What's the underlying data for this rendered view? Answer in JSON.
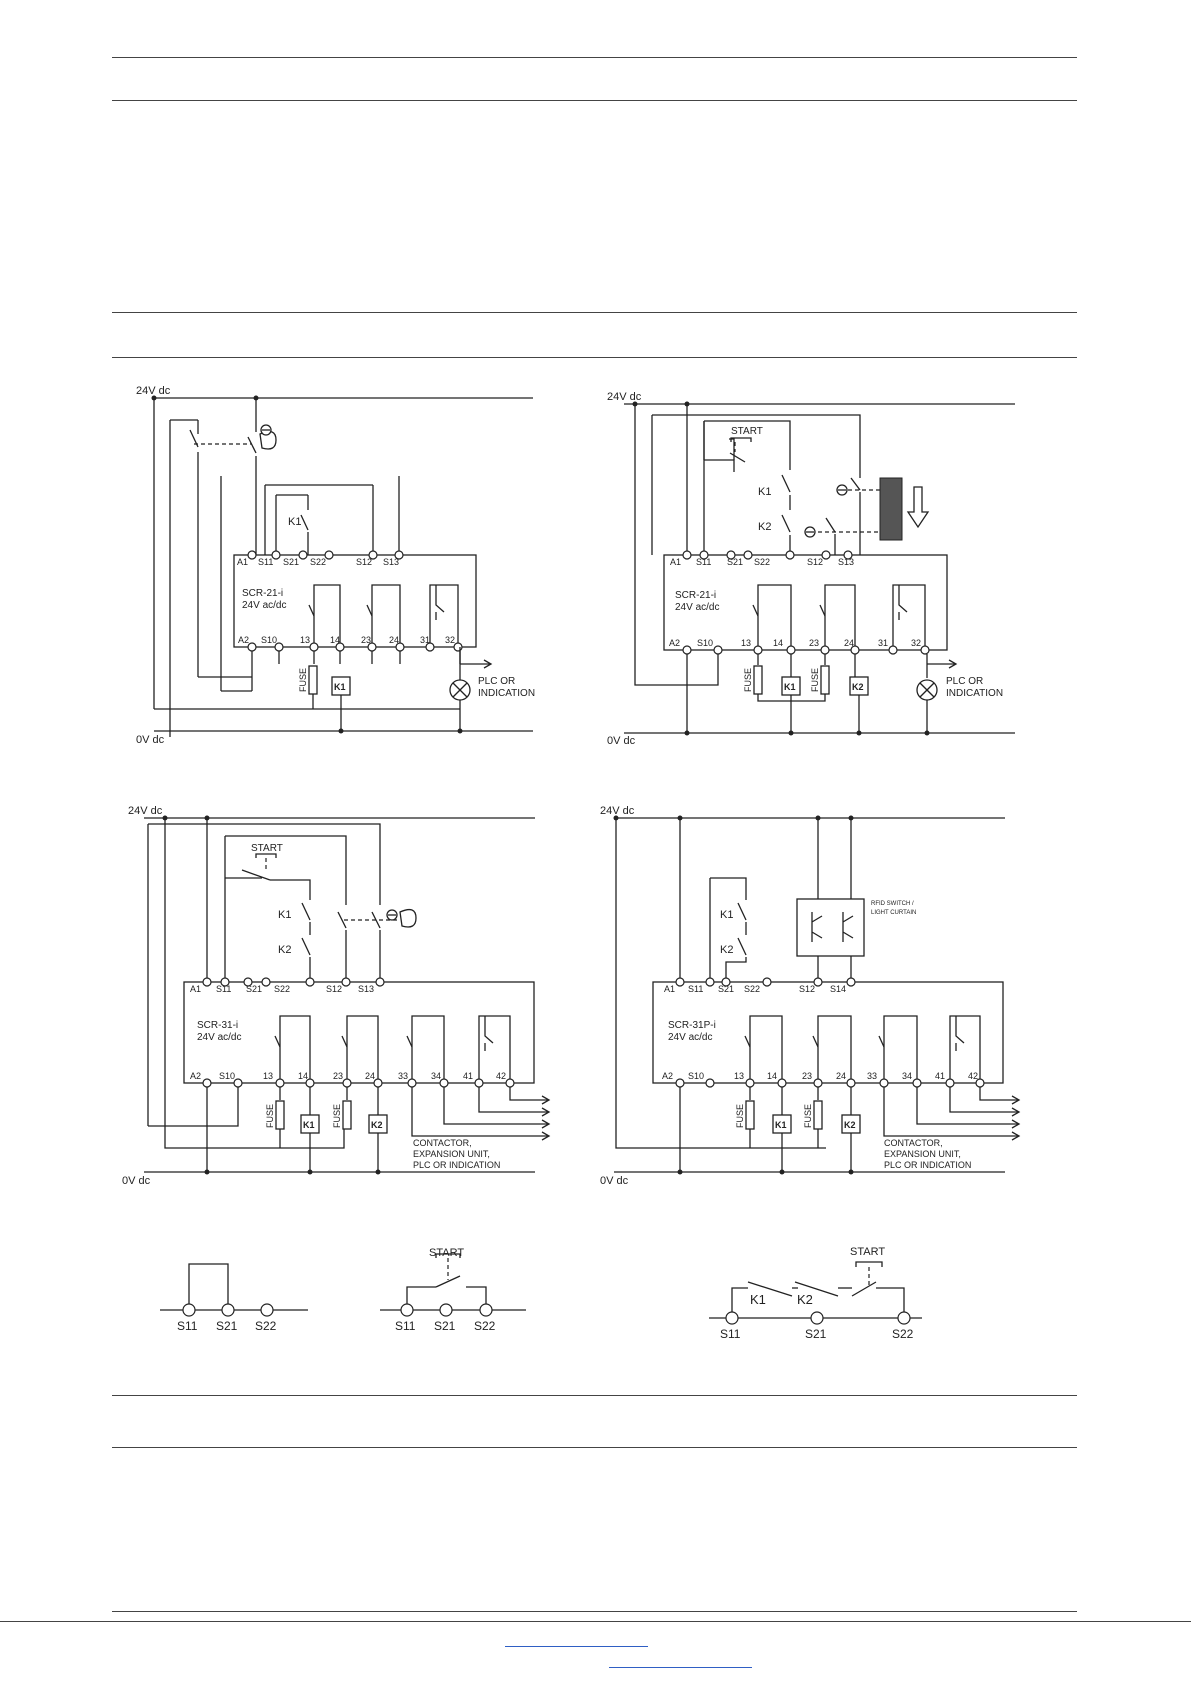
{
  "rail": {
    "pos": "24V dc",
    "neg": "0V dc"
  },
  "terminals": {
    "a1": "A1",
    "a2": "A2",
    "s10": "S10",
    "s11": "S11",
    "s12": "S12",
    "s13": "S13",
    "s14": "S14",
    "s21": "S21",
    "s22": "S22",
    "t13": "13",
    "t14": "14",
    "t23": "23",
    "t24": "24",
    "t31": "31",
    "t32": "32",
    "t33": "33",
    "t34": "34",
    "t41": "41",
    "t42": "42"
  },
  "contacts": {
    "k1": "K1",
    "k2": "K2",
    "start": "START",
    "fuse": "FUSE"
  },
  "diagrams": {
    "d1": {
      "model": "SCR-21-i",
      "voltage": "24V ac/dc",
      "output_line1": "PLC OR",
      "output_line2": "INDICATION"
    },
    "d2": {
      "model": "SCR-21-i",
      "voltage": "24V ac/dc",
      "output_line1": "PLC OR",
      "output_line2": "INDICATION"
    },
    "d3": {
      "model": "SCR-31-i",
      "voltage": "24V ac/dc",
      "output_line1": "CONTACTOR,",
      "output_line2": "EXPANSION UNIT,",
      "output_line3": "PLC OR INDICATION"
    },
    "d4": {
      "model": "SCR-31P-i",
      "voltage": "24V ac/dc",
      "output_line1": "CONTACTOR,",
      "output_line2": "EXPANSION UNIT,",
      "output_line3": "PLC OR INDICATION",
      "sensor_line1": "RFID SWITCH /",
      "sensor_line2": "LIGHT CURTAIN"
    }
  },
  "footer": {
    "link1": "",
    "link2": ""
  }
}
